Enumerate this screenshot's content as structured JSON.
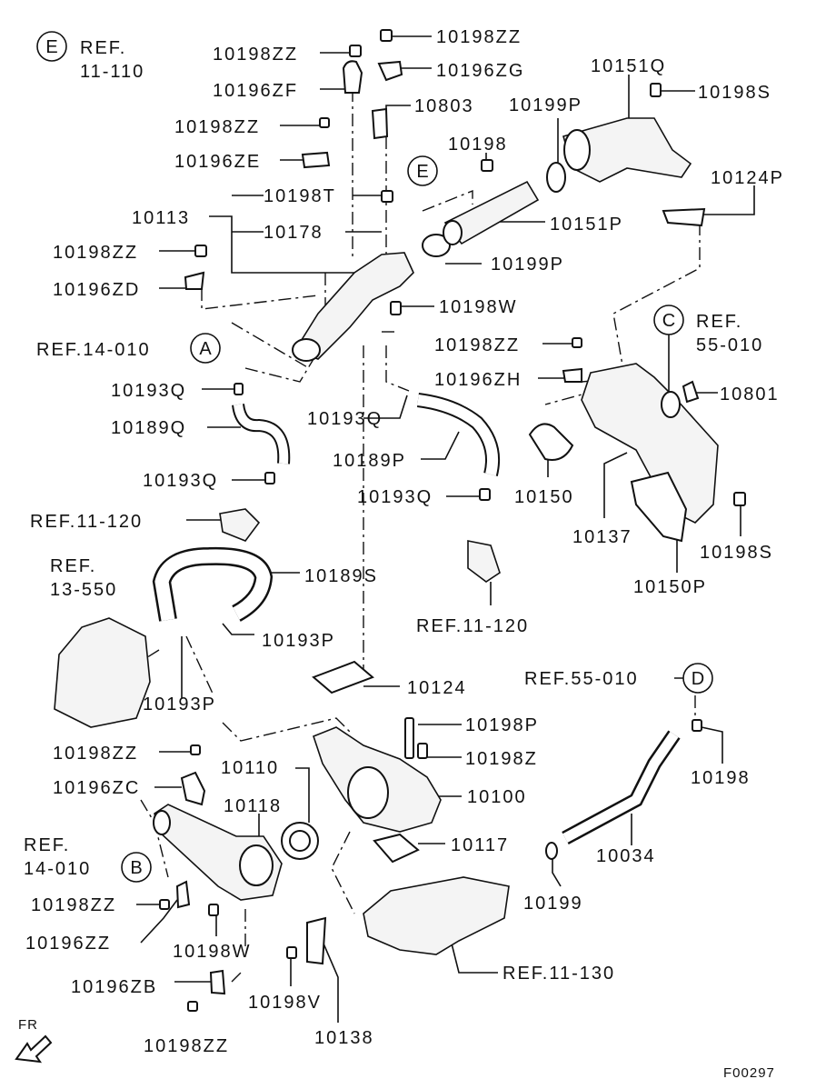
{
  "diagram_id": "F00297",
  "fr_label": "FR",
  "refs": {
    "e_top": "REF.\n11-110",
    "a": "REF.14-010",
    "c": "REF.\n55-010",
    "ref_11_120_left": "REF.11-120",
    "ref_11_120_mid": "REF.11-120",
    "ref_13_550": "REF.\n13-550",
    "ref_55_010_d": "REF.55-010",
    "b": "REF.\n14-010",
    "ref_11_130": "REF.11-130"
  },
  "callouts": [
    "E",
    "E",
    "A",
    "C",
    "D",
    "B"
  ],
  "parts": [
    "10198ZZ",
    "10198ZZ",
    "10196ZG",
    "10196ZF",
    "10151Q",
    "10198S",
    "10803",
    "10199P",
    "10198ZZ",
    "10198",
    "10196ZE",
    "10124P",
    "10198T",
    "10113",
    "10178",
    "10151P",
    "10198ZZ",
    "10199P",
    "10196ZD",
    "10198W",
    "10198ZZ",
    "10193Q",
    "10196ZH",
    "10801",
    "10189Q",
    "10193Q",
    "10189P",
    "10193Q",
    "10193Q",
    "10150",
    "10137",
    "10198S",
    "10189S",
    "10150P",
    "10193P",
    "10124",
    "10193P",
    "10198P",
    "10198ZZ",
    "10110",
    "10198Z",
    "10196ZC",
    "10118",
    "10100",
    "10117",
    "10034",
    "10198ZZ",
    "10199",
    "10196ZZ",
    "10198W",
    "10196ZB",
    "10198V",
    "10138",
    "10198ZZ",
    "10198"
  ]
}
